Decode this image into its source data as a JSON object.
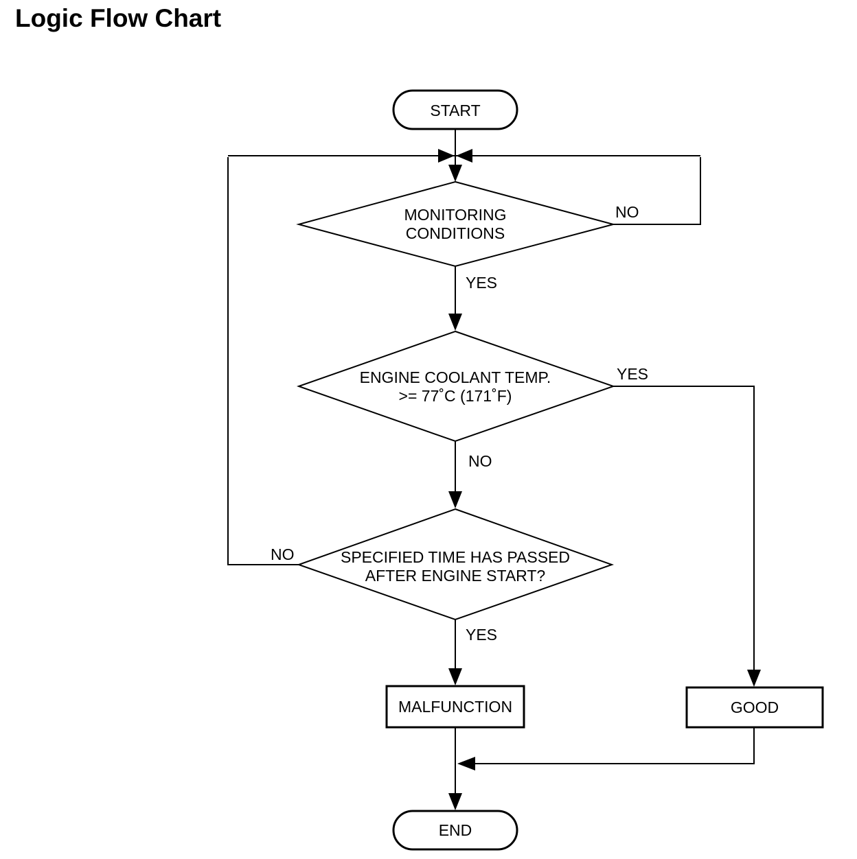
{
  "page": {
    "title": "Logic Flow Chart"
  },
  "colors": {
    "background": "#ffffff",
    "line": "#000000",
    "text": "#000000"
  },
  "flowchart": {
    "nodes": {
      "start": {
        "label": "START"
      },
      "monitoring": {
        "line1": "MONITORING",
        "line2": "CONDITIONS"
      },
      "coolant": {
        "line1": "ENGINE COOLANT TEMP.",
        "line2": ">= 77˚C (171˚F)"
      },
      "time": {
        "line1": "SPECIFIED TIME HAS PASSED",
        "line2": "AFTER ENGINE START?"
      },
      "malfunction": {
        "label": "MALFUNCTION"
      },
      "good": {
        "label": "GOOD"
      },
      "end": {
        "label": "END"
      }
    },
    "edges": [
      {
        "from": "start",
        "to": "monitoring",
        "label": ""
      },
      {
        "from": "monitoring",
        "to": "merge-before-monitoring",
        "label": "NO"
      },
      {
        "from": "monitoring",
        "to": "coolant",
        "label": "YES"
      },
      {
        "from": "coolant",
        "to": "good",
        "label": "YES"
      },
      {
        "from": "coolant",
        "to": "time",
        "label": "NO"
      },
      {
        "from": "time",
        "to": "merge-before-monitoring",
        "label": "NO"
      },
      {
        "from": "time",
        "to": "malfunction",
        "label": "YES"
      },
      {
        "from": "malfunction",
        "to": "end",
        "label": ""
      },
      {
        "from": "good",
        "to": "end",
        "label": ""
      }
    ]
  }
}
